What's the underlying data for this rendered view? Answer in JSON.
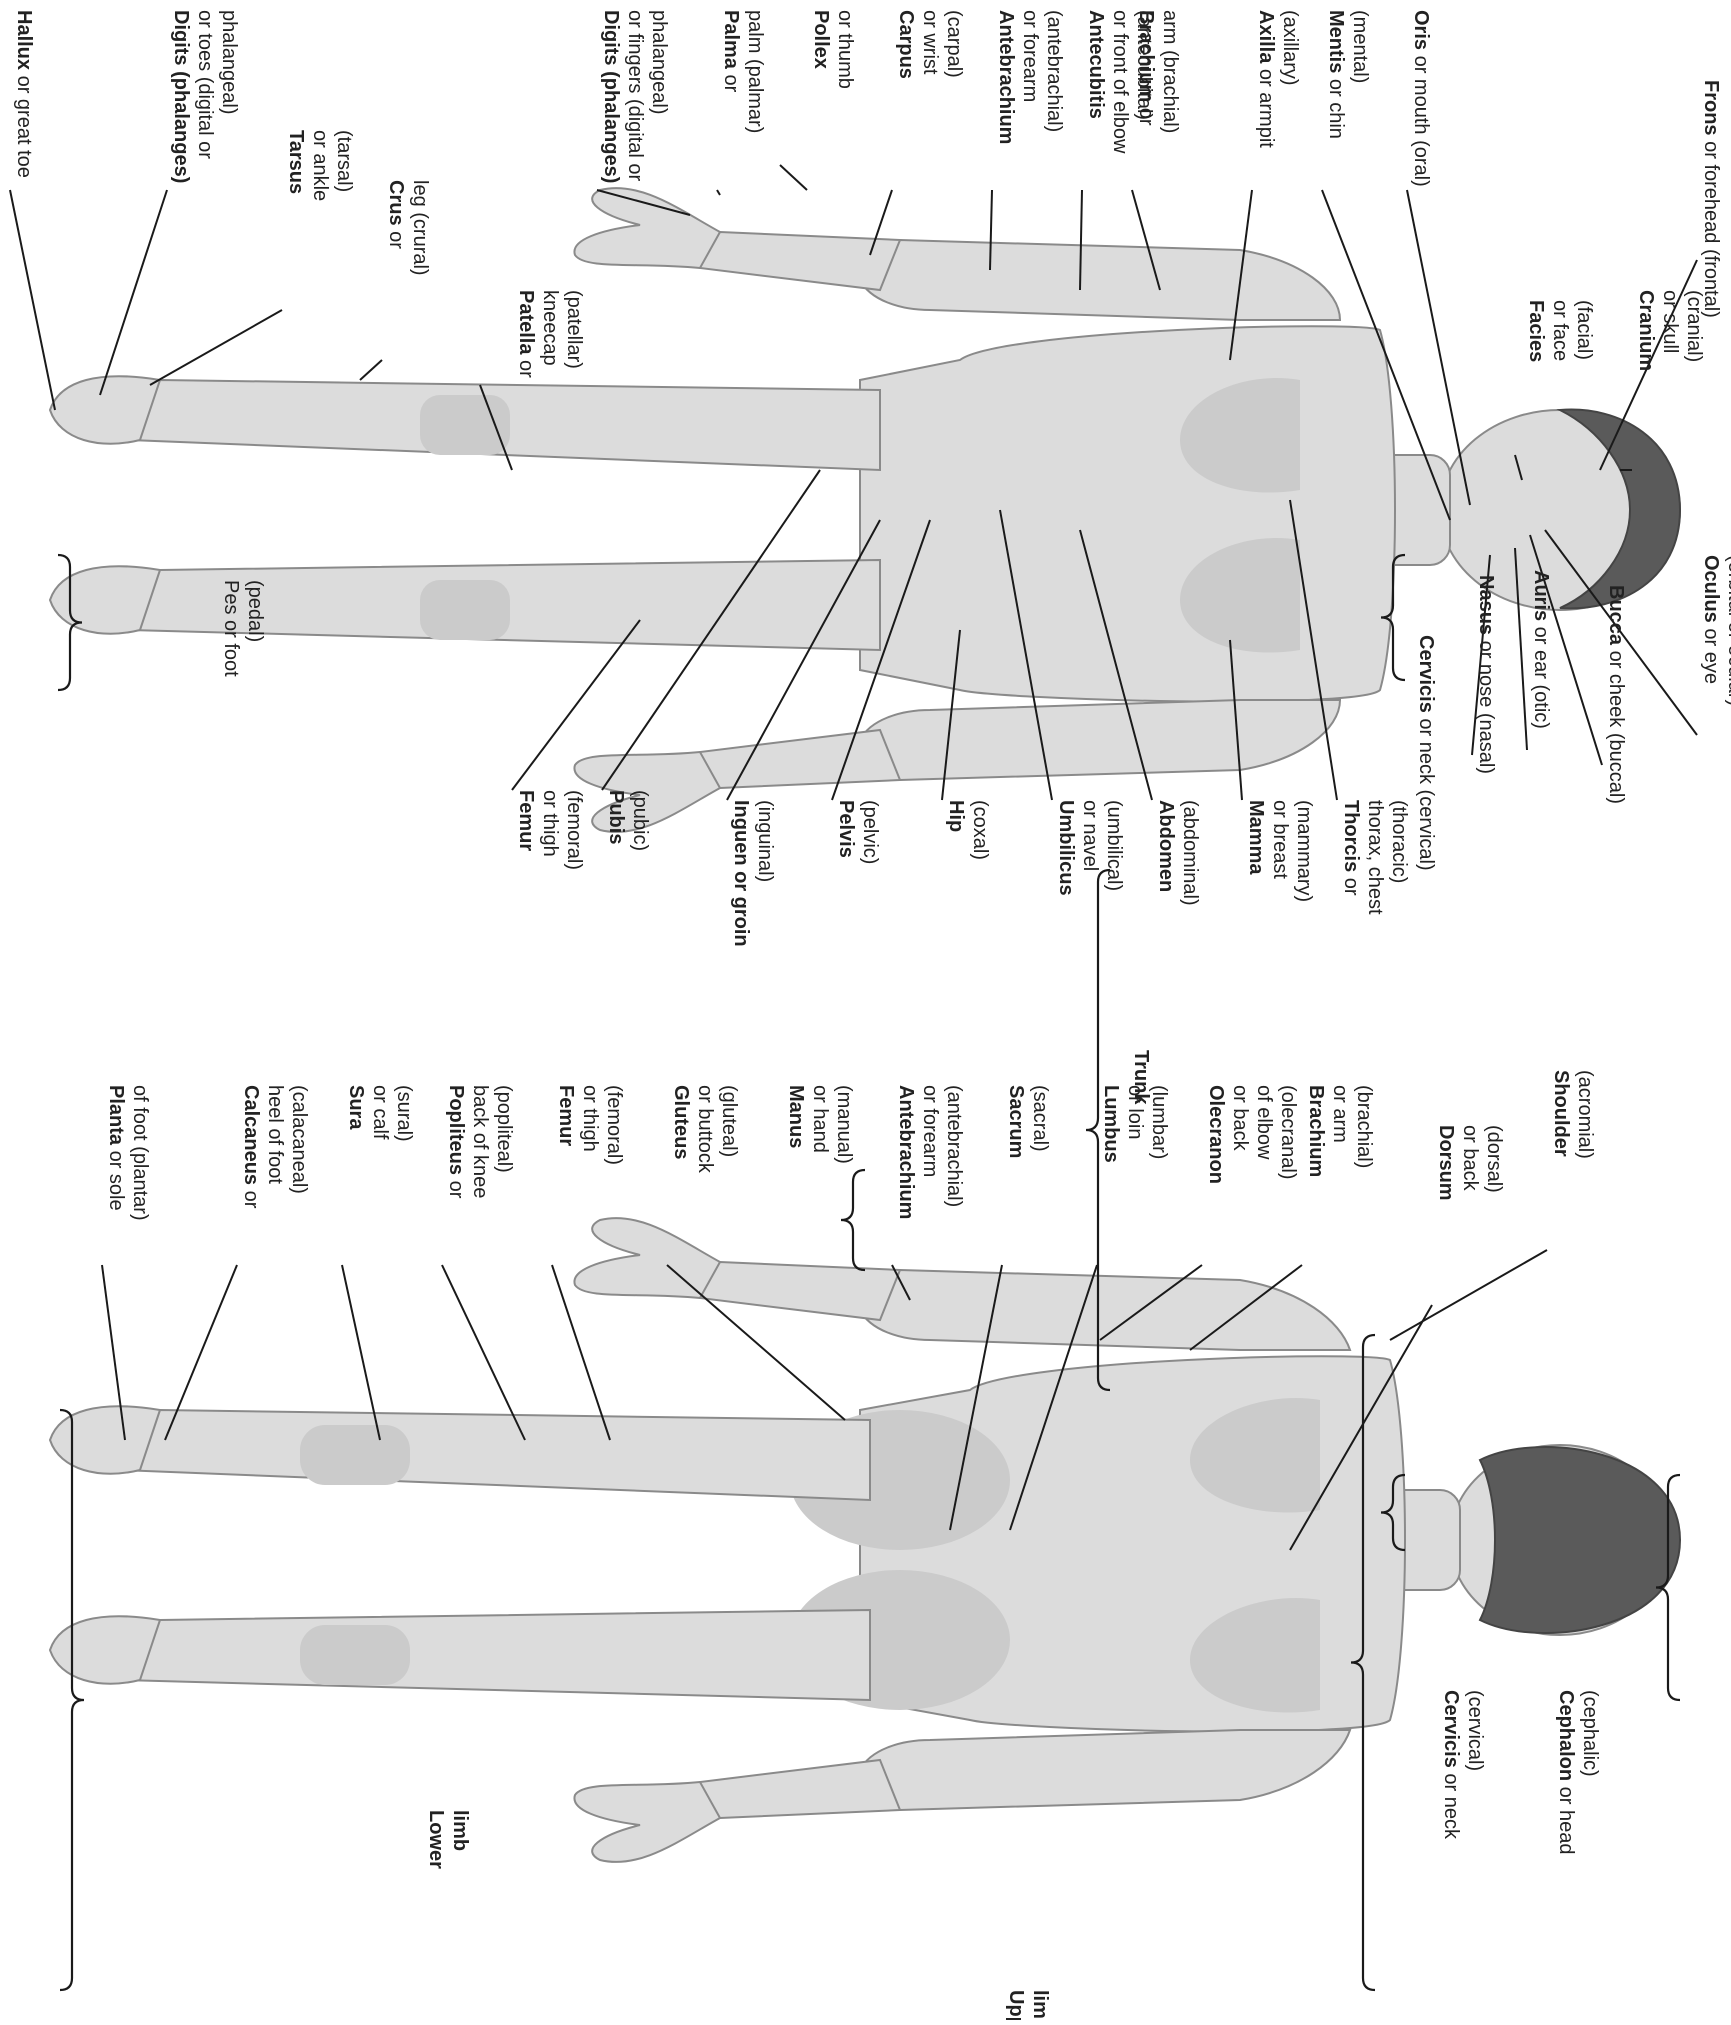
{
  "anterior": [
    {
      "term": "Frons",
      "rest": " or forehead (frontal)",
      "sub": []
    },
    {
      "term": "Cranium",
      "rest": "",
      "sub": [
        "or skull",
        "(cranial)"
      ]
    },
    {
      "term": "Facies",
      "rest": "",
      "sub": [
        "or face",
        "(facial)"
      ]
    },
    {
      "term": "Oris",
      "rest": " or mouth (oral)",
      "sub": []
    },
    {
      "term": "Mentis",
      "rest": " or chin",
      "sub": [
        "(mental)"
      ]
    },
    {
      "term": "Axilla",
      "rest": " or armpit",
      "sub": [
        "(axillary)"
      ]
    },
    {
      "term": "Brachium",
      "rest": " or",
      "sub": [
        "arm (brachial)"
      ]
    },
    {
      "term": "Antecubitis",
      "rest": "",
      "sub": [
        "or front of elbow",
        "(antecubital)"
      ]
    },
    {
      "term": "Antebrachium",
      "rest": "",
      "sub": [
        "or forearm",
        "(antebrachial)"
      ]
    },
    {
      "term": "Carpus",
      "rest": "",
      "sub": [
        "or wrist",
        "(carpal)"
      ]
    },
    {
      "term": "Pollex",
      "rest": "",
      "sub": [
        "or thumb"
      ]
    },
    {
      "term": "Palma",
      "rest": " or",
      "sub": [
        "palm (palmar)"
      ]
    },
    {
      "term": "Digits (phalanges)",
      "rest": "",
      "sub": [
        "or fingers (digital or",
        "phalangeal)"
      ]
    },
    {
      "term": "Patella",
      "rest": " or",
      "sub": [
        "kneecap",
        "(patellar)"
      ]
    },
    {
      "term": "Crus",
      "rest": " or",
      "sub": [
        "leg (crural)"
      ]
    },
    {
      "term": "Tarsus",
      "rest": "",
      "sub": [
        "or ankle",
        "(tarsal)"
      ]
    },
    {
      "term": "Digits (phalanges)",
      "rest": "",
      "sub": [
        "or toes (digital or",
        "phalangeal)"
      ]
    },
    {
      "term": "Hallux",
      "rest": " or great toe",
      "sub": []
    },
    {
      "term": "Oculus",
      "rest": " or eye",
      "sub": [
        "(orbital or ocular)"
      ]
    },
    {
      "term": "Bucca",
      "rest": " or cheek (buccal)",
      "sub": []
    },
    {
      "term": "Auris",
      "rest": " or ear (otic)",
      "sub": []
    },
    {
      "term": "Nasus",
      "rest": " or nose (nasal)",
      "sub": []
    },
    {
      "term": "Cervicis",
      "rest": " or neck (cervical)",
      "sub": []
    },
    {
      "term": "Thorcis",
      "rest": " or",
      "sub": [
        "thorax, chest",
        "(thoracic)"
      ]
    },
    {
      "term": "Mamma",
      "rest": "",
      "sub": [
        "or breast",
        "(mammary)"
      ]
    },
    {
      "term": "Abdomen",
      "rest": "",
      "sub": [
        "(abdominal)"
      ]
    },
    {
      "term": "Umbilicus",
      "rest": "",
      "sub": [
        "or navel",
        "(umbilical)"
      ]
    },
    {
      "term": "Hip",
      "rest": "",
      "sub": [
        "(coxal)"
      ]
    },
    {
      "term": "Pelvis",
      "rest": "",
      "sub": [
        "(pelvic)"
      ]
    },
    {
      "term": "Inguen or groin",
      "rest": "",
      "sub": [
        "(inguinal)"
      ]
    },
    {
      "term": "Pubis",
      "rest": "",
      "sub": [
        "(pubic)"
      ]
    },
    {
      "term": "Femur",
      "rest": "",
      "sub": [
        "or thigh",
        "(femoral)"
      ]
    },
    {
      "term": "",
      "rest": "Pes or foot",
      "sub": [
        "(pedal)"
      ]
    }
  ],
  "trunk_label": "Trunk",
  "posterior": [
    {
      "term": "Dorsum",
      "rest": "",
      "sub": [
        "or back",
        "(dorsal)"
      ]
    },
    {
      "term": "Brachium",
      "rest": "",
      "sub": [
        "or arm",
        "(brachial)"
      ]
    },
    {
      "term": "Olecranon",
      "rest": "",
      "sub": [
        "or back",
        "of elbow",
        "(olecranal)"
      ]
    },
    {
      "term": "Lumbus",
      "rest": "",
      "sub": [
        "or loin",
        "(lumbar)"
      ]
    },
    {
      "term": "Sacrum",
      "rest": "",
      "sub": [
        "(sacral)"
      ]
    },
    {
      "term": "Antebrachium",
      "rest": "",
      "sub": [
        "or forearm",
        "(antebrachial)"
      ]
    },
    {
      "term": "Manus",
      "rest": "",
      "sub": [
        "or hand",
        "(manual)"
      ]
    },
    {
      "term": "Gluteus",
      "rest": "",
      "sub": [
        "or buttock",
        "(gluteal)"
      ]
    },
    {
      "term": "Femur",
      "rest": "",
      "sub": [
        "or thigh",
        "(femoral)"
      ]
    },
    {
      "term": "Popliteus",
      "rest": " or",
      "sub": [
        "back of knee",
        "(popliteal)"
      ]
    },
    {
      "term": "Sura",
      "rest": "",
      "sub": [
        "or calf",
        "(sural)"
      ]
    },
    {
      "term": "Calcaneus",
      "rest": " or",
      "sub": [
        "heel of foot",
        "(calacaneal)"
      ]
    },
    {
      "term": "Planta",
      "rest": " or sole",
      "sub": [
        "of foot (plantar)"
      ]
    },
    {
      "term": "Shoulder",
      "rest": "",
      "sub": [
        "(acromial)"
      ]
    },
    {
      "term": "Cephalon",
      "rest": " or head",
      "sub": [
        "(cephalic)"
      ]
    },
    {
      "term": "Cervicis",
      "rest": " or neck",
      "sub": [
        "(cervical)"
      ]
    }
  ],
  "lower_limb": [
    "Lower",
    "limb"
  ],
  "upper_limb": [
    "Upper",
    "limb"
  ]
}
